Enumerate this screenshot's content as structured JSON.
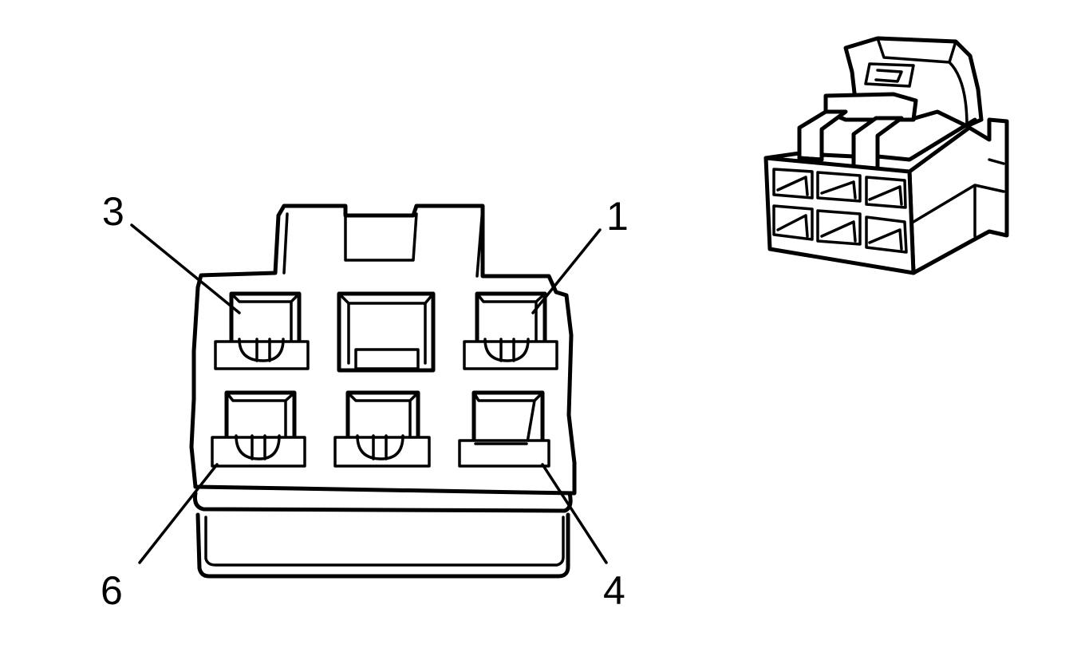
{
  "labels": {
    "pin_top_left": "3",
    "pin_top_right": "1",
    "pin_bottom_left": "6",
    "pin_bottom_right": "4"
  },
  "colors": {
    "line": "#000000",
    "background": "#ffffff"
  }
}
